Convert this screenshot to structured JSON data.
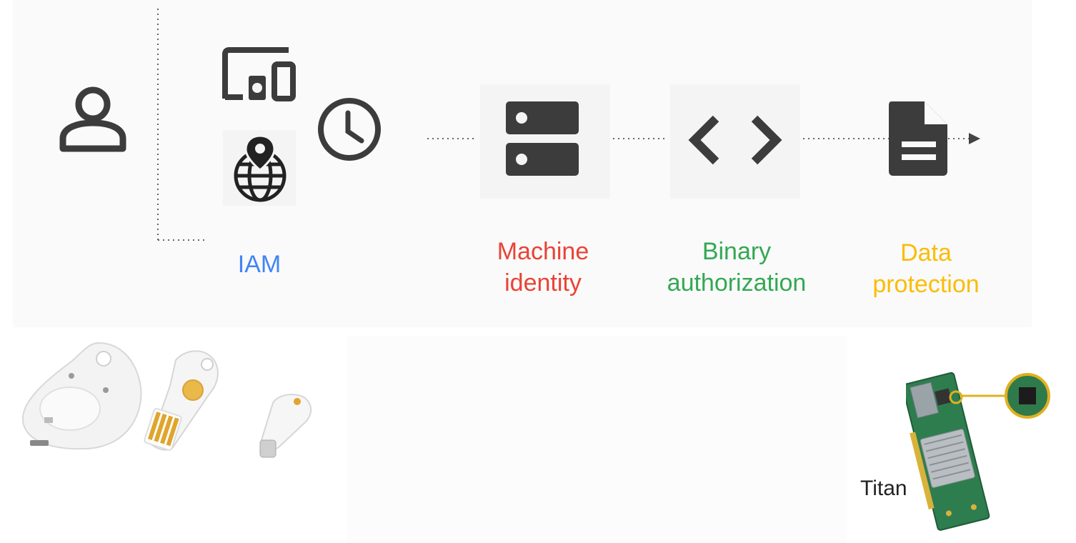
{
  "labels": {
    "iam": "IAM",
    "machine_identity": [
      "Machine",
      "identity"
    ],
    "binary_authorization": [
      "Binary",
      "authorization"
    ],
    "data_protection": [
      "Data",
      "protection"
    ],
    "titan": "Titan"
  },
  "icons": {
    "user": "person-outline-icon",
    "devices": "devices-icon",
    "location": "globe-location-icon",
    "time": "clock-icon",
    "machine": "server-icon",
    "binary": "code-brackets-icon",
    "data": "document-icon"
  },
  "colors": {
    "iam": "#4285f4",
    "machine_identity": "#ea4335",
    "binary_authorization": "#34a853",
    "data_protection": "#fbbc04",
    "icon": "#3c3c3c"
  }
}
